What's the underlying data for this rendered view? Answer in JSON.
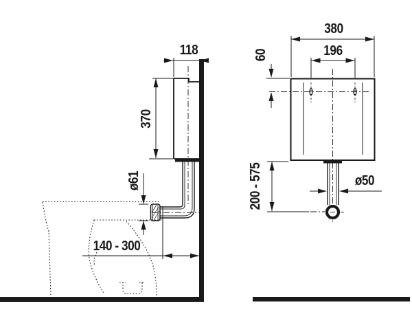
{
  "drawing": {
    "type": "sanitary-ware installation drawing, cistern with flush pipe, side and front projection",
    "line_color": "#1a1a1a",
    "background_color": "#ffffff"
  },
  "views": {
    "side": {
      "name": "side view (wall section with WC pan outline)",
      "dims": [
        {
          "id": "cistern-depth",
          "value": "118"
        },
        {
          "id": "cistern-height",
          "value": "370"
        },
        {
          "id": "connector-diameter",
          "value": "ø61"
        },
        {
          "id": "wall-distance-range",
          "value": "140 - 300"
        }
      ]
    },
    "front": {
      "name": "front view (cistern with flush pipe)",
      "dims": [
        {
          "id": "cistern-width",
          "value": "380"
        },
        {
          "id": "fixing-hole-spacing",
          "value": "196"
        },
        {
          "id": "fixing-hole-offset",
          "value": "60"
        },
        {
          "id": "pipe-length-range",
          "value": "200 - 575"
        },
        {
          "id": "flush-pipe-diameter",
          "value": "ø50"
        }
      ]
    }
  }
}
